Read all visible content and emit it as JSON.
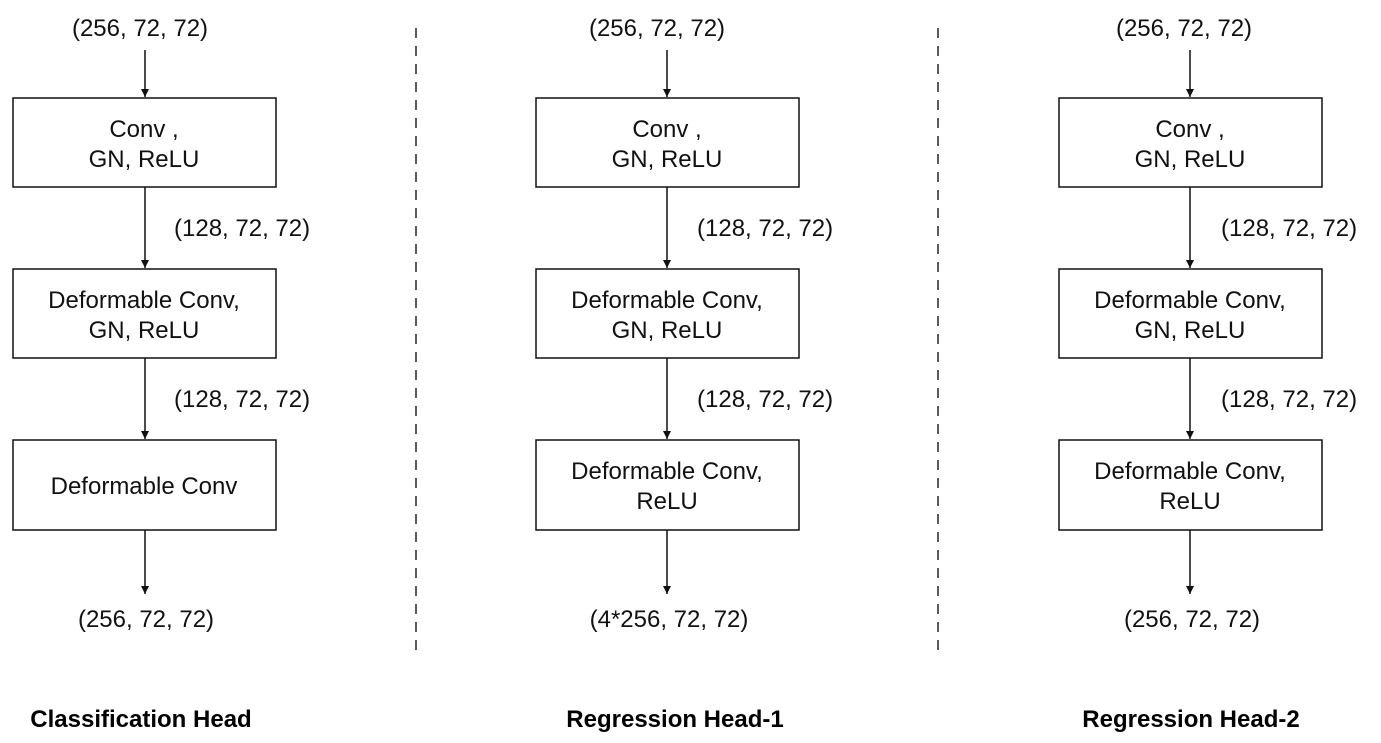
{
  "columns": [
    {
      "input_label": "(256, 72, 72)",
      "boxes": [
        {
          "lines": [
            "Conv ,",
            "GN, ReLU"
          ]
        },
        {
          "lines": [
            "Deformable Conv,",
            "GN, ReLU"
          ]
        },
        {
          "lines": [
            "Deformable Conv"
          ]
        }
      ],
      "between_labels": [
        "(128, 72, 72)",
        "(128, 72, 72)"
      ],
      "output_label": "(256, 72, 72)",
      "title": "Classification Head"
    },
    {
      "input_label": "(256, 72, 72)",
      "boxes": [
        {
          "lines": [
            "Conv ,",
            "GN, ReLU"
          ]
        },
        {
          "lines": [
            "Deformable Conv,",
            "GN, ReLU"
          ]
        },
        {
          "lines": [
            "Deformable Conv,",
            "ReLU"
          ]
        }
      ],
      "between_labels": [
        "(128, 72, 72)",
        "(128, 72, 72)"
      ],
      "output_label": "(4*256, 72, 72)",
      "title": "Regression Head-1"
    },
    {
      "input_label": "(256, 72, 72)",
      "boxes": [
        {
          "lines": [
            "Conv ,",
            "GN, ReLU"
          ]
        },
        {
          "lines": [
            "Deformable Conv,",
            "GN, ReLU"
          ]
        },
        {
          "lines": [
            "Deformable Conv,",
            "ReLU"
          ]
        }
      ],
      "between_labels": [
        "(128, 72, 72)",
        "(128, 72, 72)"
      ],
      "output_label": "(256, 72, 72)",
      "title": "Regression Head-2"
    }
  ]
}
